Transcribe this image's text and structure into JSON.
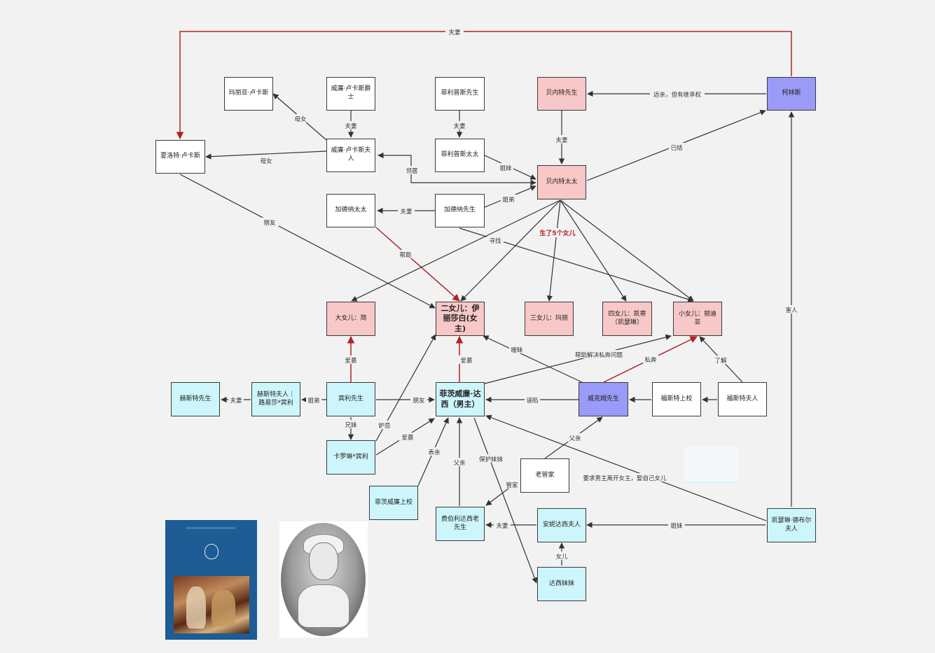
{
  "nodes": {
    "mary_lucas": "玛丽亚·卢卡斯",
    "sir_lucas": "威廉·卢卡斯爵士",
    "phillips_mr": "菲利普斯先生",
    "mr_bennet": "贝内特先生",
    "collins": "柯林斯",
    "charlotte": "夏洛特·卢卡斯",
    "lady_lucas": "威廉·卢卡斯夫人",
    "phillips_mrs": "菲利普斯太太",
    "mrs_bennet": "贝内特太太",
    "gardiner_mrs": "加德纳太太",
    "gardiner_mr": "加德纳先生",
    "jane": "大女儿：简",
    "elizabeth": "二女儿：伊丽莎白(女主)",
    "mary": "三女儿：玛丽",
    "kitty": "四女儿：凯蒂（凯瑟琳）",
    "lydia": "小女儿：丽迪亚",
    "mr_hurst": "赫斯特先生",
    "mrs_hurst": "赫斯特夫人｜路易莎*宾利",
    "bingley": "宾利先生",
    "darcy": "菲茨威廉·达西（男主）",
    "wickham": "威克姆先生",
    "forster_col": "福斯特上校",
    "forster_mrs": "福斯特夫人",
    "caroline": "卡罗琳*宾利",
    "fitzwilliam": "菲茨威廉上校",
    "steward": "老管家",
    "old_darcy": "费伯利达西老先生",
    "anne_darcy": "安妮达西夫人",
    "catherine": "凯瑟琳·德布尔夫人",
    "georgiana": "达西妹妹"
  },
  "edges": {
    "spouse": "夫妻",
    "mother_daughter": "母女",
    "neighbor": "邻居",
    "sisters": "姐妹",
    "siblings": "姐弟",
    "friend": "朋友",
    "help": "帮助",
    "five_daughters": "生了5个女儿",
    "seek": "寻找",
    "distant_heir": "远亲，但有继承权",
    "married": "已结",
    "crush": "爱慕",
    "helped_private": "帮助解决私奔问题",
    "ambiguous": "暧昧",
    "elope": "私奔",
    "frame": "诬陷",
    "know": "了解",
    "brother_sister": "兄妹",
    "cousin": "表亲",
    "protect_sister": "保护妹妹",
    "father": "父亲",
    "steward": "管家",
    "demand": "要求男主离开女主，娶自己女儿",
    "daughter": "女儿",
    "servant": "害人"
  },
  "colors": {
    "white_box": "#ffffff",
    "pink_box": "#f8c8c8",
    "cyan_box": "#ccf6fb",
    "blue_box": "#9a9af8",
    "line_dark": "#333333",
    "line_red": "#b22222"
  }
}
